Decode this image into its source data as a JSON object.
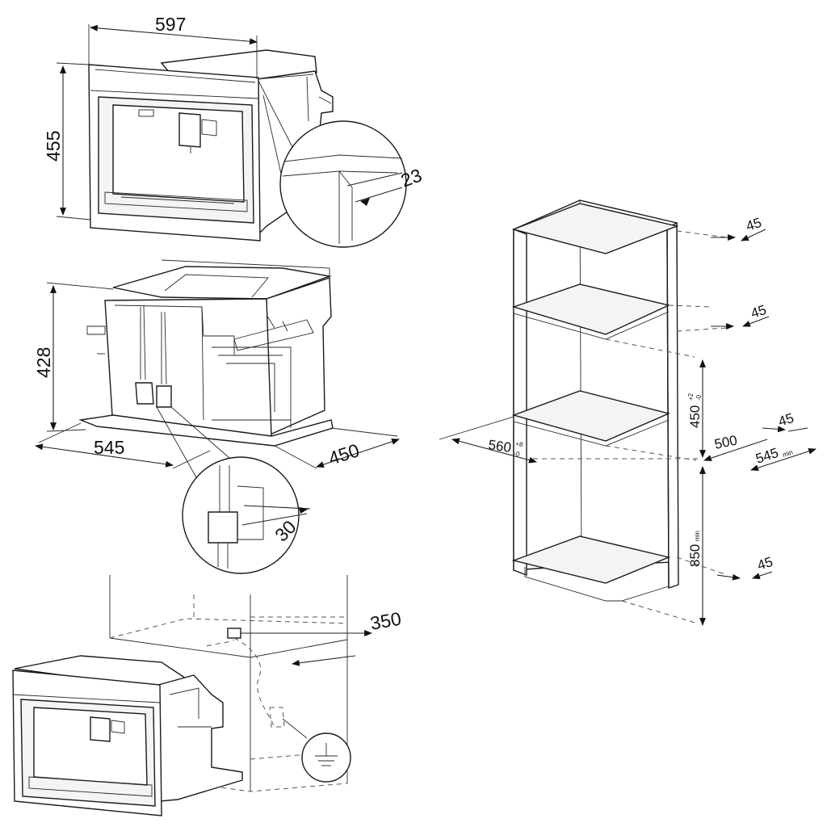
{
  "top_unit": {
    "width": "597",
    "height": "455",
    "detail_gap": "23"
  },
  "middle_unit": {
    "height": "428",
    "depth": "545",
    "niche_depth": "450",
    "detail_gap": "30"
  },
  "bottom_unit": {
    "socket_distance": "350"
  },
  "cabinet": {
    "shelf_gap_top": "45",
    "shelf_gap_upper": "45",
    "shelf_gap_middle": "45",
    "shelf_gap_bottom": "45",
    "niche_height": "450",
    "niche_height_tol_plus": "+2",
    "niche_height_tol_minus": "-0",
    "niche_width": "560",
    "niche_width_tol_plus": "+8",
    "niche_width_tol_minus": "-0",
    "niche_depth": "500",
    "cabinet_depth": "545",
    "cabinet_depth_suffix": "min",
    "floor_height": "850",
    "floor_height_suffix": "min"
  }
}
